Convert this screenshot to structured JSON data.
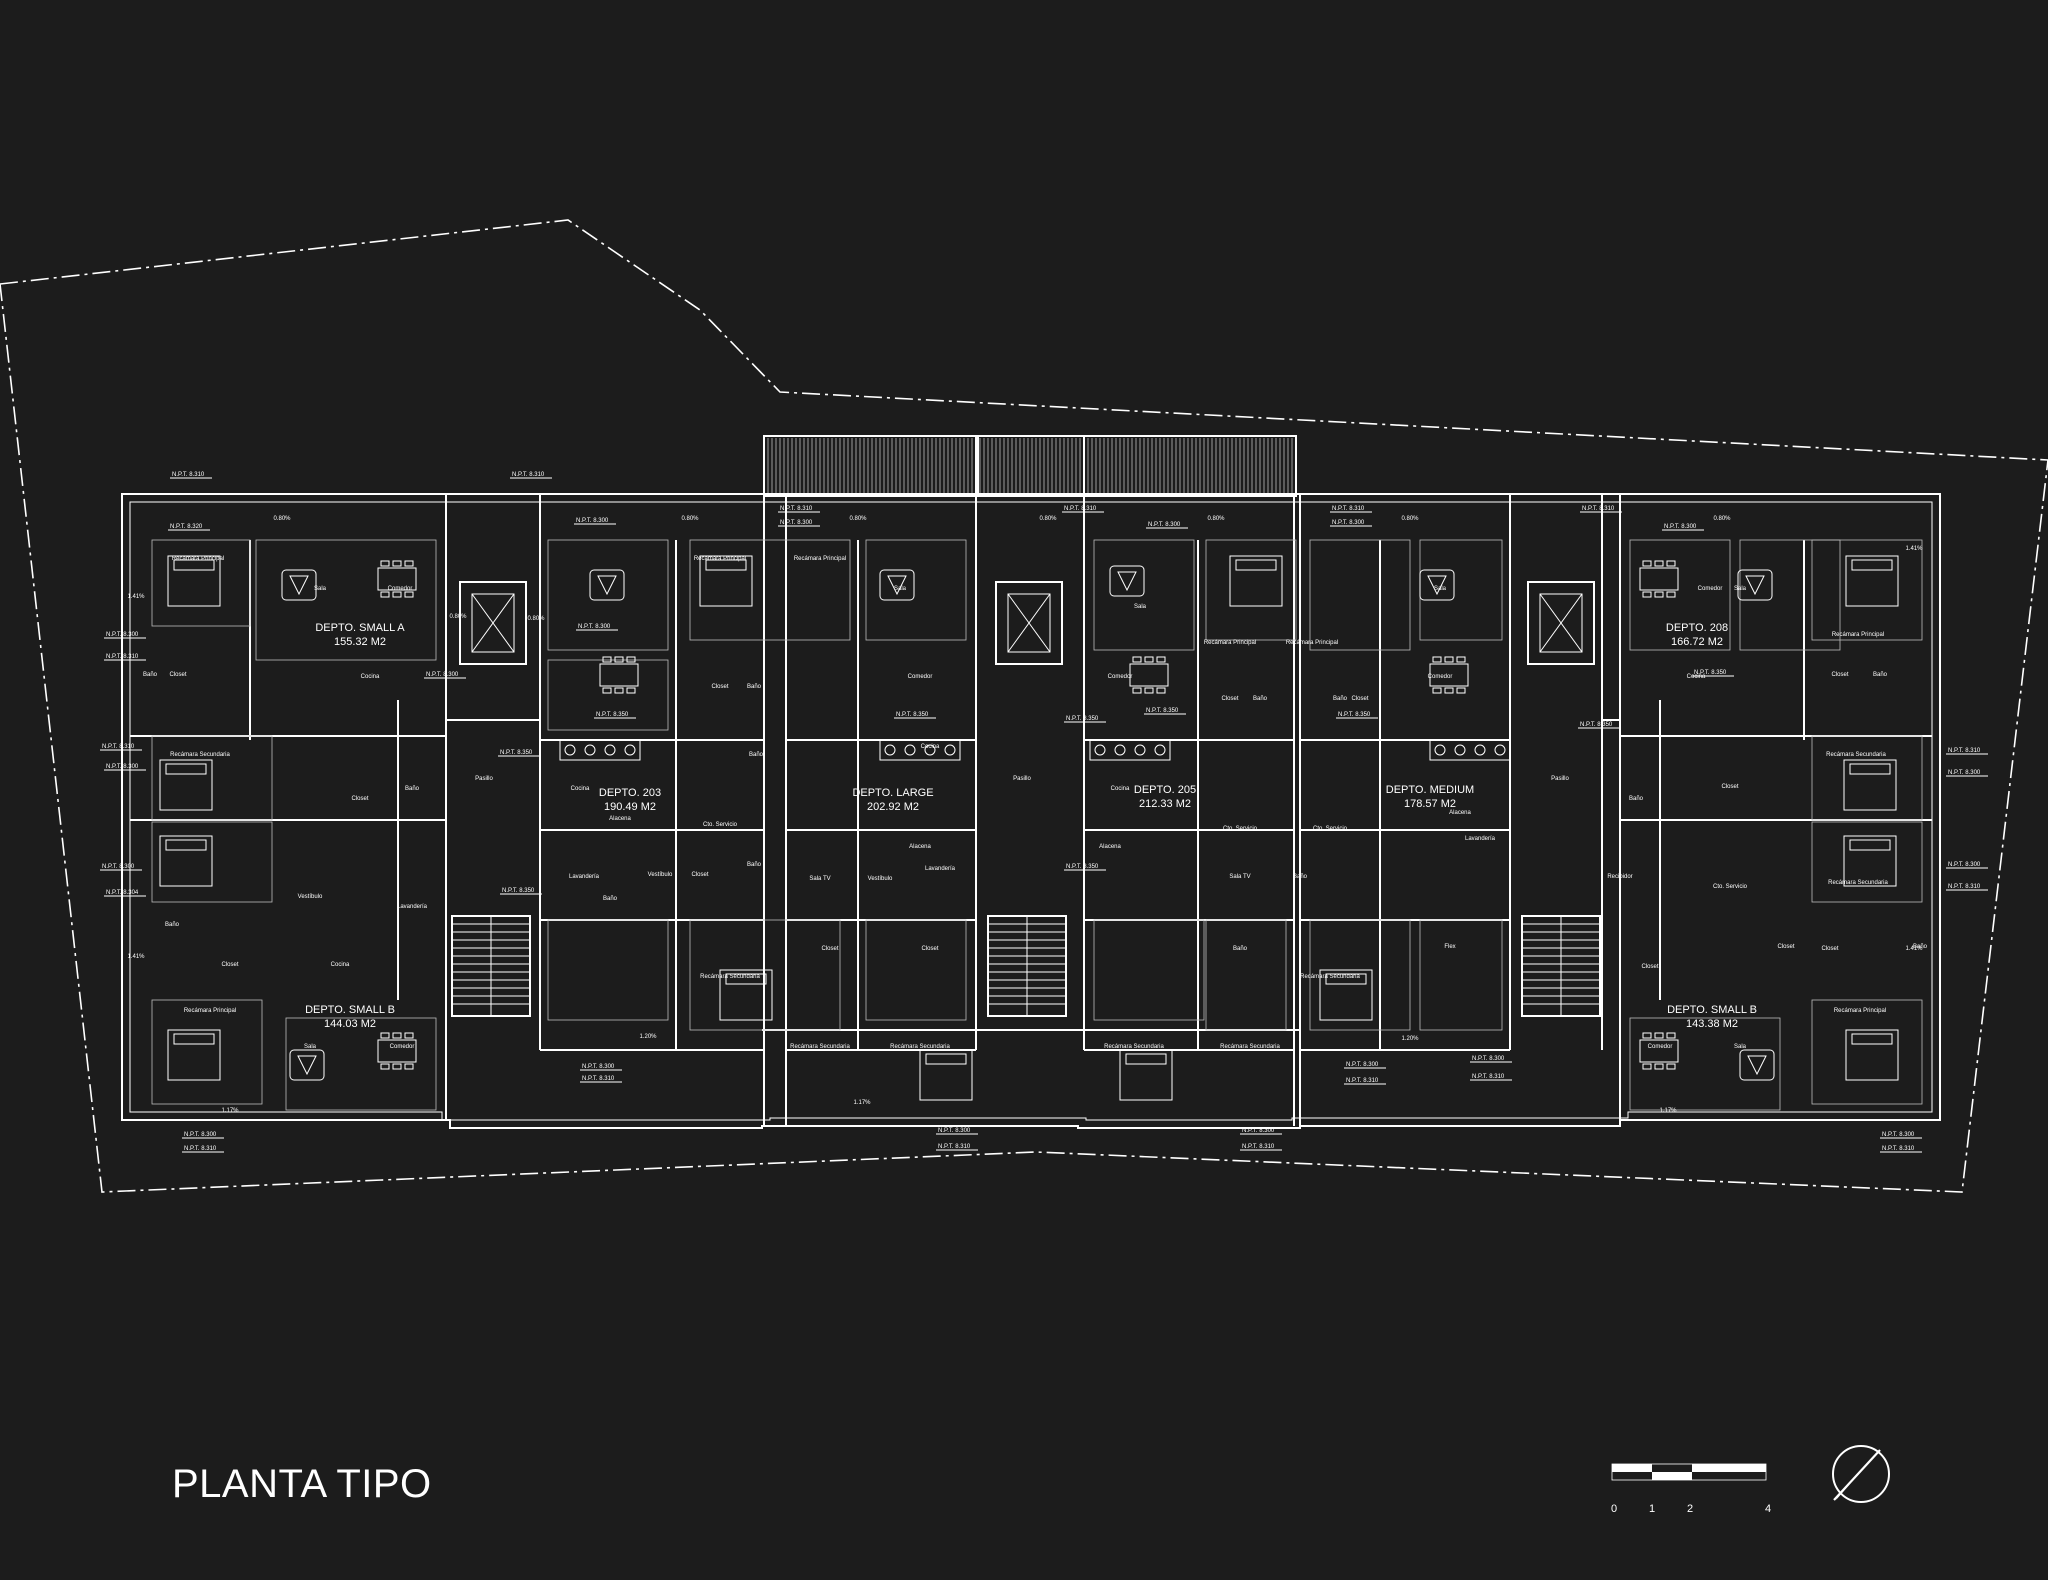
{
  "title": "PLANTA TIPO",
  "scale_bar": {
    "ticks": [
      "0",
      "1",
      "2",
      "4"
    ]
  },
  "units": [
    {
      "name": "DEPTO. SMALL A",
      "area": "155.32 M2"
    },
    {
      "name": "DEPTO. 203",
      "area": "190.49 M2"
    },
    {
      "name": "DEPTO. LARGE",
      "area": "202.92 M2"
    },
    {
      "name": "DEPTO. 205",
      "area": "212.33 M2"
    },
    {
      "name": "DEPTO. MEDIUM",
      "area": "178.57 M2"
    },
    {
      "name": "DEPTO. 208",
      "area": "166.72 M2"
    },
    {
      "name": "DEPTO. SMALL B",
      "area": "144.03 M2"
    },
    {
      "name": "DEPTO. SMALL B",
      "area": "143.38 M2"
    }
  ],
  "room_labels": [
    "Recámara Principal",
    "Recámara Secundaria",
    "Sala",
    "Comedor",
    "Cocina",
    "Baño",
    "Closet",
    "Vestíbulo",
    "Lavandería",
    "Cto. Servicio",
    "Recibidor",
    "Pasillo",
    "Alacena",
    "Sala TV",
    "Flex"
  ],
  "levels": [
    "N.P.T. 8.310",
    "N.P.T. 8.300",
    "N.P.T. 8.320",
    "N.P.T. 8.350",
    "N.P.T. 8.304"
  ],
  "slopes": [
    "0.80%",
    "1.41%",
    "1.17%",
    "1.20%"
  ],
  "colors": {
    "background": "#1c1c1c",
    "lines": "#ffffff"
  }
}
